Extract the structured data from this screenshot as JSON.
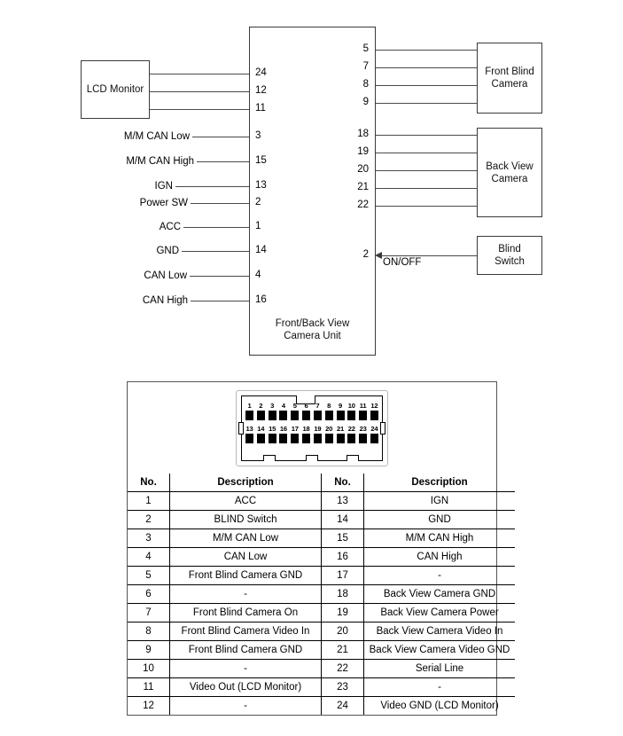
{
  "diagram": {
    "boxes": {
      "lcd_monitor": "LCD Monitor",
      "unit": "Front/Back View\nCamera Unit",
      "front_blind_camera": "Front Blind\nCamera",
      "back_view_camera": "Back View\nCamera",
      "blind_switch": "Blind\nSwitch"
    },
    "left_connections": [
      {
        "label": "",
        "pin": "24"
      },
      {
        "label": "",
        "pin": "12"
      },
      {
        "label": "",
        "pin": "11"
      },
      {
        "label": "M/M CAN Low",
        "pin": "3"
      },
      {
        "label": "M/M CAN High",
        "pin": "15"
      },
      {
        "label": "IGN",
        "pin": "13"
      },
      {
        "label": "Power SW",
        "pin": "2"
      },
      {
        "label": "ACC",
        "pin": "1"
      },
      {
        "label": "GND",
        "pin": "14"
      },
      {
        "label": "CAN Low",
        "pin": "4"
      },
      {
        "label": "CAN High",
        "pin": "16"
      }
    ],
    "right_connections": {
      "front_blind_camera_pins": [
        "5",
        "7",
        "8",
        "9"
      ],
      "back_view_camera_pins": [
        "18",
        "19",
        "20",
        "21",
        "22"
      ],
      "blind_switch_pin": "2",
      "blind_switch_signal": "ON/OFF"
    }
  },
  "connector": {
    "row_top": [
      "1",
      "2",
      "3",
      "4",
      "5",
      "6",
      "7",
      "8",
      "9",
      "10",
      "11",
      "12"
    ],
    "row_bottom": [
      "13",
      "14",
      "15",
      "16",
      "17",
      "18",
      "19",
      "20",
      "21",
      "22",
      "23",
      "24"
    ]
  },
  "table": {
    "headers": [
      "No.",
      "Description",
      "No.",
      "Description"
    ],
    "rows": [
      [
        "1",
        "ACC",
        "13",
        "IGN"
      ],
      [
        "2",
        "BLIND Switch",
        "14",
        "GND"
      ],
      [
        "3",
        "M/M CAN Low",
        "15",
        "M/M CAN High"
      ],
      [
        "4",
        "CAN Low",
        "16",
        "CAN High"
      ],
      [
        "5",
        "Front Blind Camera GND",
        "17",
        "-"
      ],
      [
        "6",
        "-",
        "18",
        "Back View Camera GND"
      ],
      [
        "7",
        "Front Blind Camera On",
        "19",
        "Back View Camera Power"
      ],
      [
        "8",
        "Front Blind Camera Video In",
        "20",
        "Back View Camera Video In"
      ],
      [
        "9",
        "Front Blind Camera GND",
        "21",
        "Back View Camera Video GND"
      ],
      [
        "10",
        "-",
        "22",
        "Serial Line"
      ],
      [
        "11",
        "Video Out (LCD Monitor)",
        "23",
        "-"
      ],
      [
        "12",
        "-",
        "24",
        "Video GND (LCD Monitor)"
      ]
    ]
  }
}
